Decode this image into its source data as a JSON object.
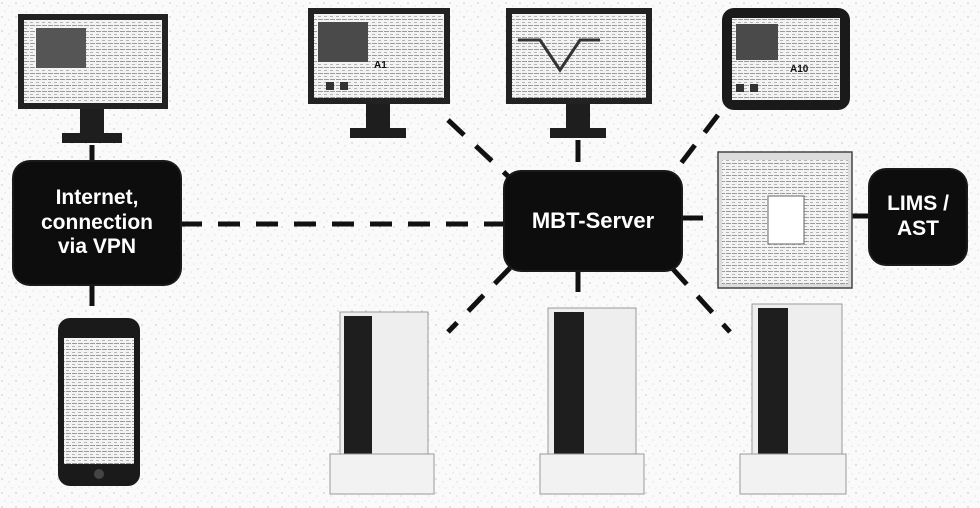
{
  "nodes": {
    "internet": "Internet,\nconnection\nvia VPN",
    "server": "MBT-Server",
    "lims": "LIMS /\nAST"
  },
  "devices": {
    "monitor_a1_label": "A1",
    "tablet_a10_label": "A10"
  },
  "colors": {
    "node_fill": "#0d0d0d",
    "node_text": "#ffffff",
    "line": "#111111",
    "device_dark": "#1e1e1e",
    "device_light": "#eeeeee"
  }
}
